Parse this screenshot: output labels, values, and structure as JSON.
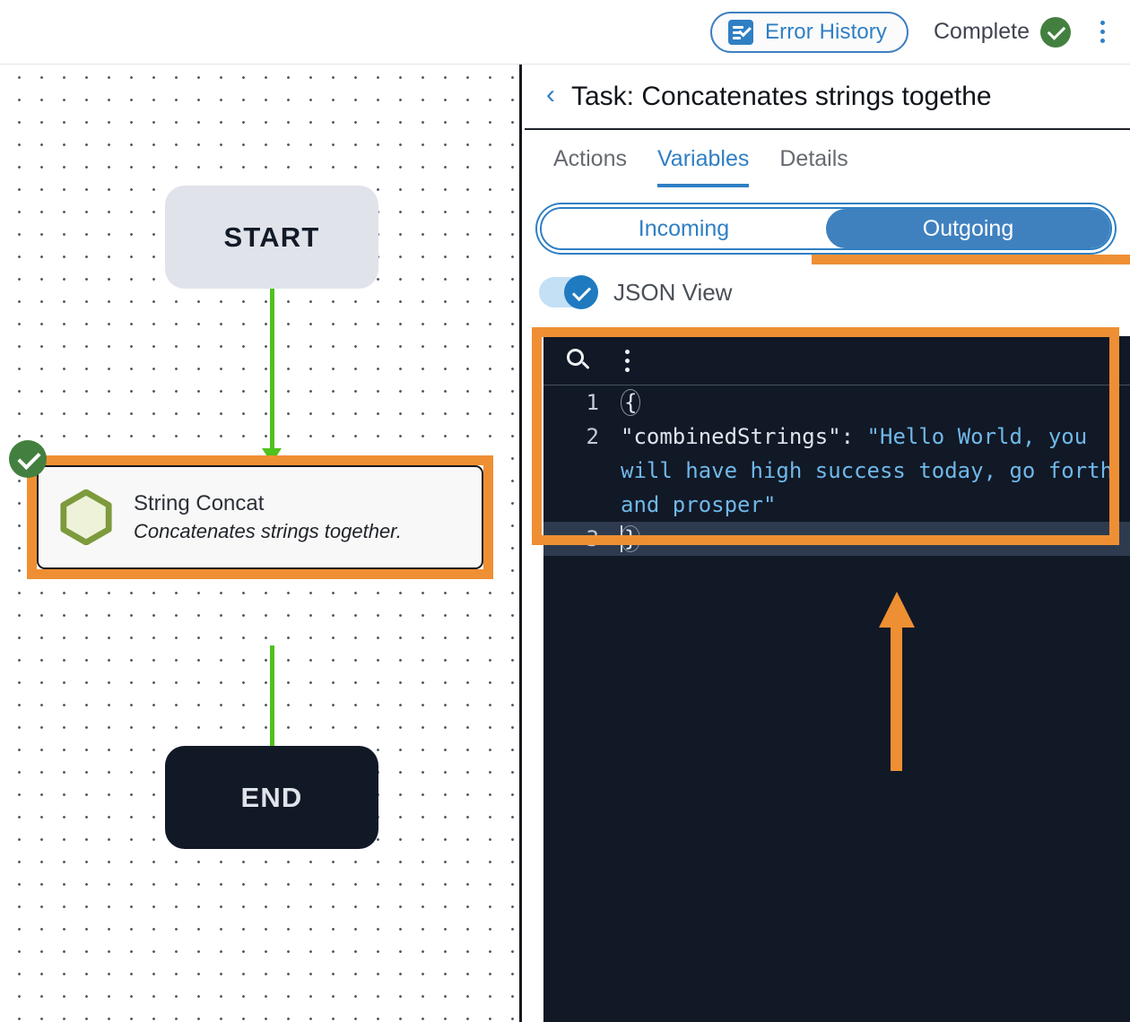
{
  "topbar": {
    "error_history_label": "Error History",
    "error_history_icon": "list-check-icon",
    "status_label": "Complete",
    "status_icon": "check-circle-icon",
    "menu_icon": "kebab-menu-icon",
    "accent_blue": "#2f7fc4",
    "status_green": "#43803f"
  },
  "canvas": {
    "nodes": [
      {
        "id": "start",
        "label": "START"
      },
      {
        "id": "task",
        "title": "String Concat",
        "subtitle": "Concatenates strings together.",
        "icon": "hexagon-icon",
        "status_icon": "check-circle-icon"
      },
      {
        "id": "end",
        "label": "END"
      }
    ],
    "connector_color": "#4fc21d",
    "highlight_color": "#ef8f33"
  },
  "panel": {
    "back_icon": "chevron-left-icon",
    "title": "Task: Concatenates strings togethe",
    "tabs": [
      {
        "label": "Actions",
        "active": false
      },
      {
        "label": "Variables",
        "active": true
      },
      {
        "label": "Details",
        "active": false
      }
    ],
    "segmented": {
      "incoming_label": "Incoming",
      "outgoing_label": "Outgoing",
      "selected": "Outgoing"
    },
    "json_view": {
      "label": "JSON View",
      "enabled": "true"
    }
  },
  "editor": {
    "search_icon": "search-icon",
    "menu_icon": "kebab-menu-icon",
    "lines": [
      {
        "num": "1",
        "foldable": "true",
        "text": "{"
      },
      {
        "num": "2",
        "foldable": "false",
        "key": "\"combinedStrings\"",
        "colon": ": ",
        "value": "\"Hello World, you will have high success today, go forth and prosper\""
      },
      {
        "num": "3",
        "foldable": "false",
        "text": "}",
        "active": "true"
      }
    ],
    "json_object": {
      "combinedStrings": "Hello World, you will have high success today, go forth and prosper"
    },
    "bg_color": "#111826",
    "string_color": "#6fb8e8",
    "active_line_color": "#2e3b4e"
  },
  "annotations": {
    "arrow_color": "#ef8f33",
    "arrow_icon": "up-arrow-annotation"
  }
}
